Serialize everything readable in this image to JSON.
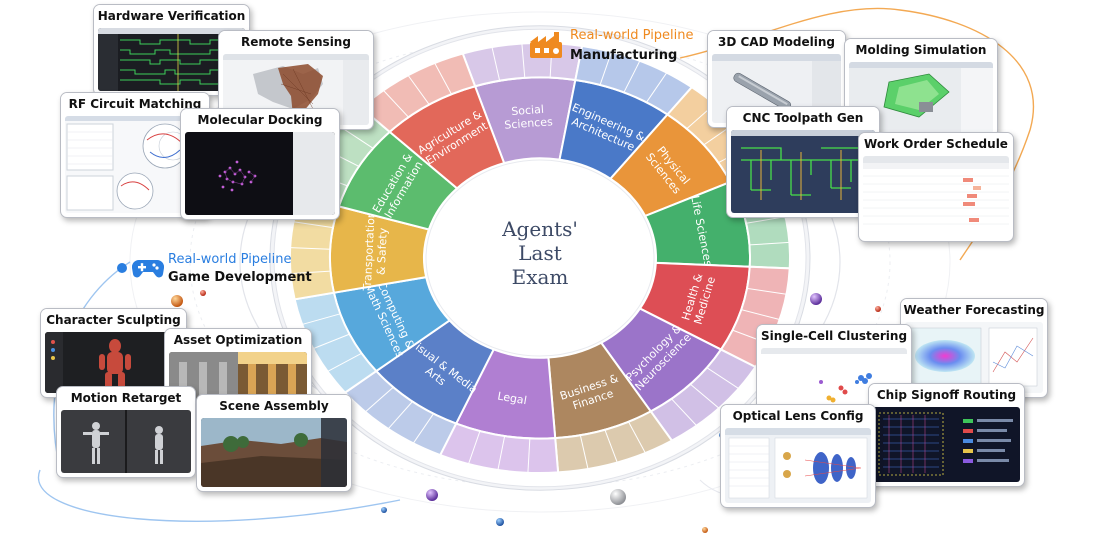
{
  "center": {
    "line1": "Agents'",
    "line2": "Last",
    "line3": "Exam"
  },
  "sectors": [
    {
      "label": [
        "Social",
        "Sciences"
      ],
      "color": "#b79bd4",
      "light": "#d8c8e8"
    },
    {
      "label": [
        "Engineering &",
        "Architecture"
      ],
      "color": "#4a79c8",
      "light": "#b6c8ea"
    },
    {
      "label": [
        "Physical",
        "Sciences"
      ],
      "color": "#e9953a",
      "light": "#f3cf9f"
    },
    {
      "label": [
        "Life Sciences"
      ],
      "color": "#44b06c",
      "light": "#b0dcbe"
    },
    {
      "label": [
        "Health &",
        "Medicine"
      ],
      "color": "#dd4e55",
      "light": "#efb4b6"
    },
    {
      "label": [
        "Psychology &",
        "Neuroscience"
      ],
      "color": "#9b74c9",
      "light": "#d1c0e6"
    },
    {
      "label": [
        "Business &",
        "Finance"
      ],
      "color": "#ad8760",
      "light": "#dccaae"
    },
    {
      "label": [
        "Legal"
      ],
      "color": "#b07fd2",
      "light": "#dcc4ec"
    },
    {
      "label": [
        "Visual & Media",
        "Arts"
      ],
      "color": "#5b80c8",
      "light": "#bccbe9"
    },
    {
      "label": [
        "Computing &",
        "Math Sciences"
      ],
      "color": "#57a8dc",
      "light": "#bcdcf0"
    },
    {
      "label": [
        "Transportation",
        "& Safety"
      ],
      "color": "#e7b64a",
      "light": "#f2dca2"
    },
    {
      "label": [
        "Education &",
        "Information"
      ],
      "color": "#5cbc6e",
      "light": "#bde0c2"
    },
    {
      "label": [
        "Agriculture &",
        "Environment"
      ],
      "color": "#e2685a",
      "light": "#f1bcb5"
    }
  ],
  "pipelines": {
    "manufacturing": {
      "title": "Real-world Pipeline",
      "subtitle": "Manufacturing",
      "color": "#ef8a20"
    },
    "game": {
      "title": "Real-world Pipeline",
      "subtitle": "Game Development",
      "color": "#2a7ee0"
    }
  },
  "cards": {
    "hardware_verification": "Hardware Verification",
    "remote_sensing": "Remote Sensing",
    "rf_circuit_matching": "RF Circuit Matching",
    "molecular_docking": "Molecular Docking",
    "cad_modeling": "3D CAD Modeling",
    "molding_simulation": "Molding Simulation",
    "cnc_toolpath": "CNC Toolpath Gen",
    "work_order": "Work Order Schedule",
    "character_sculpting": "Character Sculpting",
    "asset_optimization": "Asset Optimization",
    "motion_retarget": "Motion Retarget",
    "scene_assembly": "Scene Assembly",
    "weather_forecasting": "Weather Forecasting",
    "single_cell": "Single-Cell Clustering",
    "chip_signoff": "Chip Signoff Routing",
    "optical_lens": "Optical Lens Config"
  }
}
